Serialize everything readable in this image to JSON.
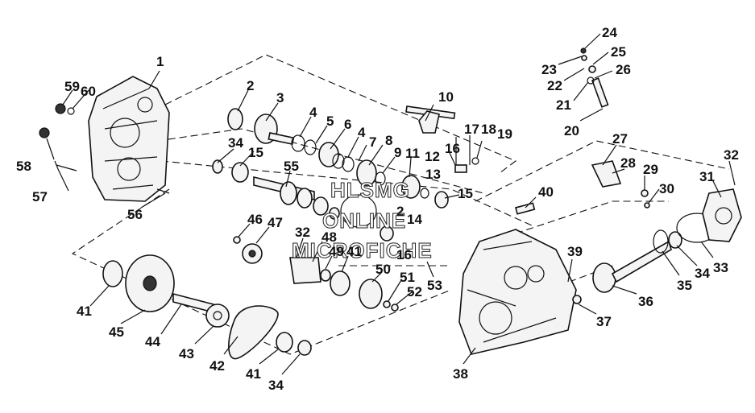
{
  "watermark": {
    "line1": "HLSMG",
    "line2": "ONLINE",
    "line3": "MICROFICHE"
  },
  "callouts": [
    "1",
    "2",
    "3",
    "4",
    "5",
    "6",
    "4",
    "7",
    "8",
    "9",
    "11",
    "12",
    "10",
    "17",
    "18",
    "19",
    "16",
    "13",
    "2",
    "14",
    "15",
    "16",
    "34",
    "15",
    "55",
    "56",
    "57",
    "58",
    "59",
    "60",
    "46",
    "47",
    "32",
    "48",
    "49",
    "41",
    "50",
    "51",
    "52",
    "53",
    "41",
    "45",
    "44",
    "43",
    "42",
    "41",
    "34",
    "40",
    "39",
    "38",
    "37",
    "36",
    "35",
    "34",
    "33",
    "30",
    "29",
    "28",
    "27",
    "31",
    "32",
    "20",
    "21",
    "22",
    "23",
    "24",
    "25",
    "26"
  ]
}
